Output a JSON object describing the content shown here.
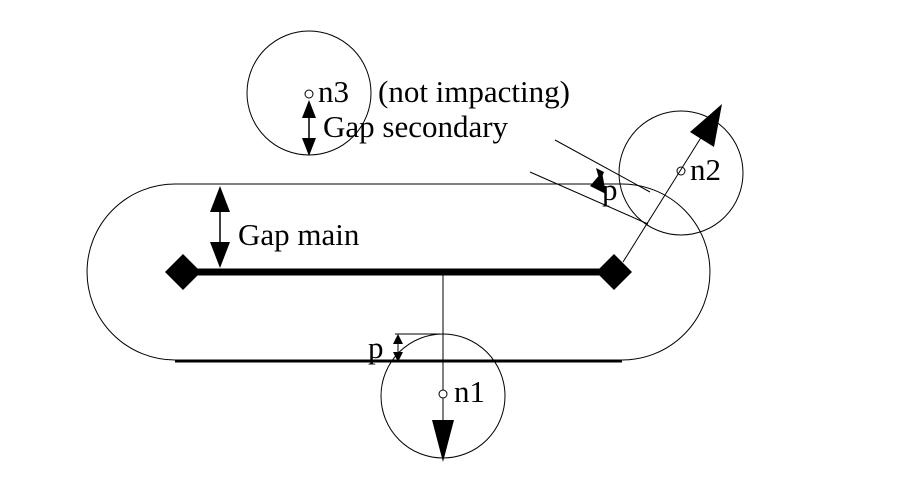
{
  "labels": {
    "n3": "n3",
    "n3_note": "(not impacting)",
    "gap_secondary": "Gap secondary",
    "gap_main": "Gap main",
    "n2": "n2",
    "p_right": "p",
    "p_bottom": "p",
    "n1": "n1"
  },
  "colors": {
    "stroke": "#000000",
    "background": "#ffffff"
  }
}
